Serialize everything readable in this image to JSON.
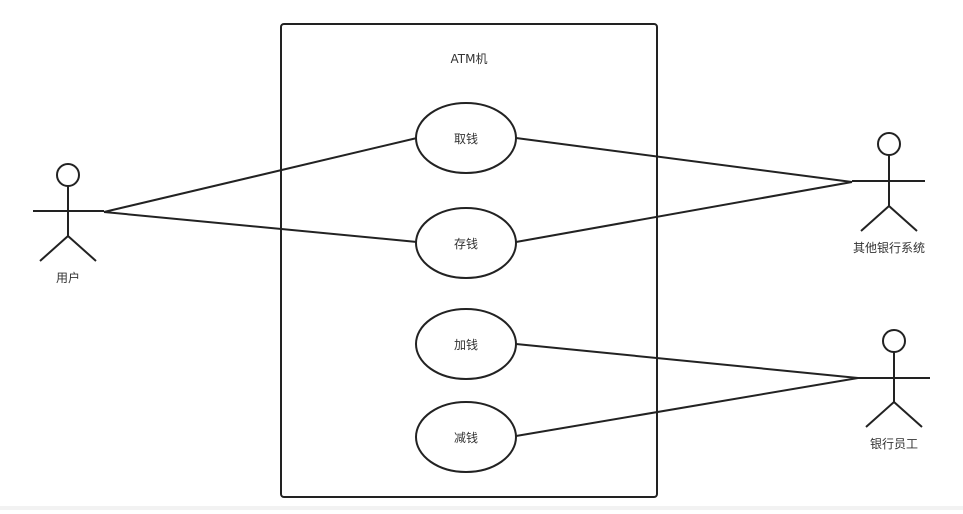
{
  "system": {
    "title": "ATM机"
  },
  "actors": {
    "user": {
      "label": "用户"
    },
    "other_bank": {
      "label": "其他银行系统"
    },
    "staff": {
      "label": "银行员工"
    }
  },
  "use_cases": {
    "withdraw": {
      "label": "取钱"
    },
    "deposit": {
      "label": "存钱"
    },
    "add_money": {
      "label": "加钱"
    },
    "reduce_money": {
      "label": "减钱"
    }
  },
  "colors": {
    "stroke": "#222222",
    "text": "#333333",
    "background": "#ffffff"
  }
}
